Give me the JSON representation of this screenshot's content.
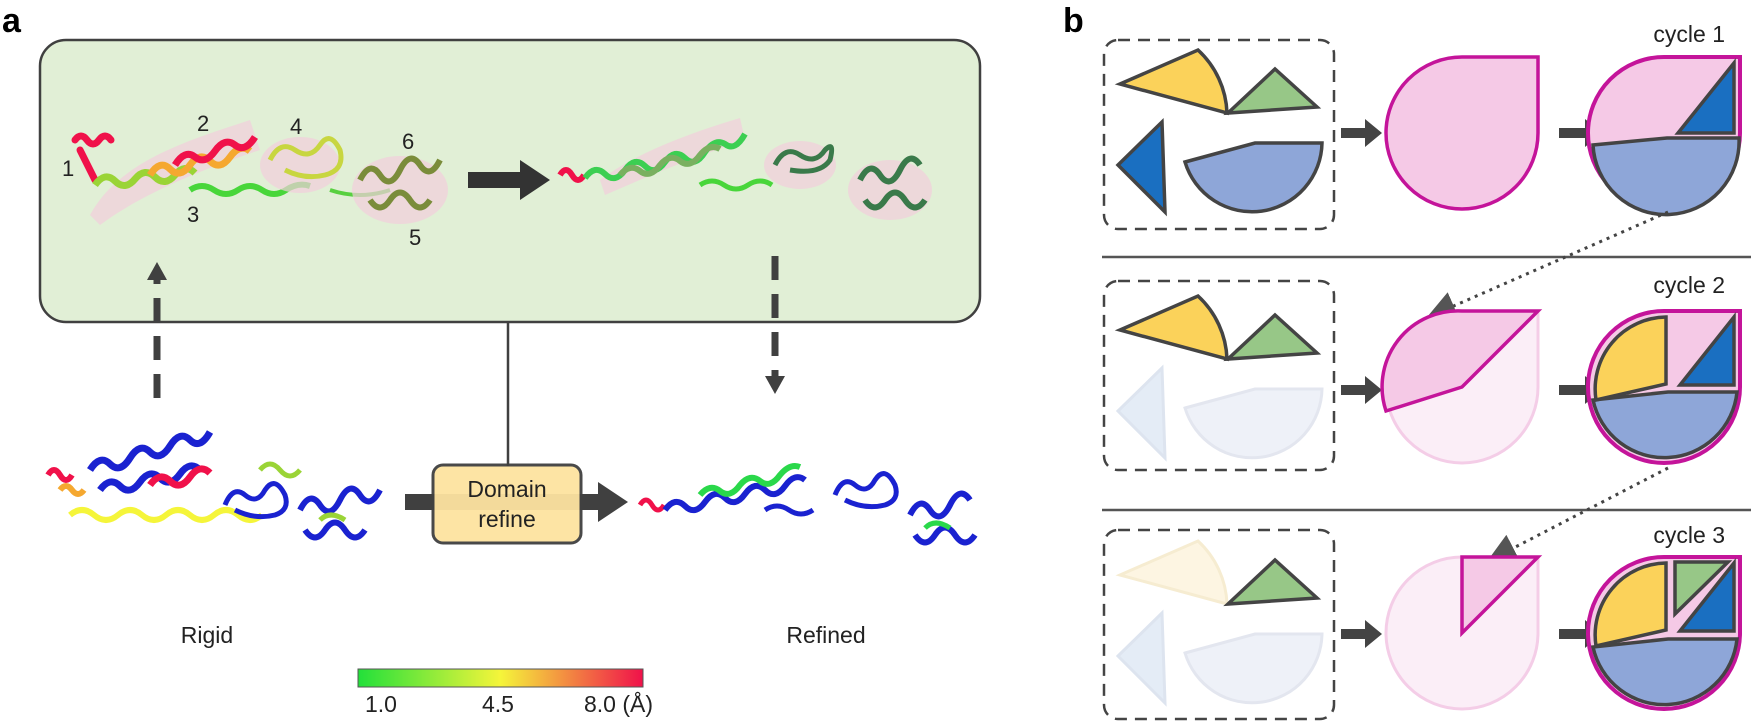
{
  "panel_a": {
    "letter": "a",
    "segment_numbers": [
      "1",
      "2",
      "3",
      "4",
      "5",
      "6"
    ],
    "domain_refine_line1": "Domain",
    "domain_refine_line2": "refine",
    "rigid_label": "Rigid",
    "refined_label": "Refined",
    "colorbar": {
      "tick_min": "1.0",
      "tick_mid": "4.5",
      "tick_max": "8.0 (Å)",
      "color_low": "#22e03a",
      "color_mid": "#f5f53a",
      "color_high": "#f0114a"
    },
    "box_fill": "#e1efd6"
  },
  "panel_b": {
    "letter": "b",
    "cycles": [
      "cycle 1",
      "cycle 2",
      "cycle 3"
    ],
    "colors": {
      "sector": "#fbd25a",
      "triangle_green": "#97c787",
      "triangle_blue": "#1a6fc1",
      "semicircle": "#8ea6d8",
      "target_fill": "#f5c9e6",
      "target_stroke": "#c4149a"
    }
  }
}
